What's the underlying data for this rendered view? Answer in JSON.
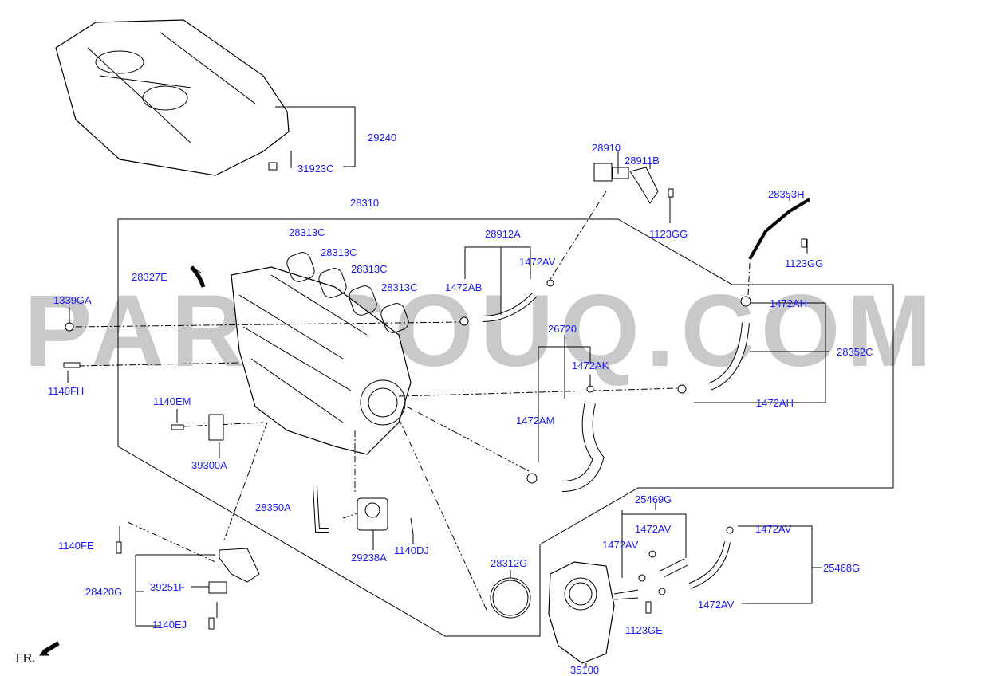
{
  "watermark": "PARTSOUQ.COM",
  "orientation_label": "FR.",
  "colors": {
    "label": "#1a1aff",
    "line": "#000000",
    "watermark": "#c9c9c9"
  },
  "labels": [
    {
      "id": "29240",
      "text": "29240"
    },
    {
      "id": "31923C",
      "text": "31923C"
    },
    {
      "id": "28310",
      "text": "28310"
    },
    {
      "id": "28910",
      "text": "28910"
    },
    {
      "id": "28911B",
      "text": "28911B"
    },
    {
      "id": "1123GG-a",
      "text": "1123GG"
    },
    {
      "id": "28353H",
      "text": "28353H"
    },
    {
      "id": "1123GG-b",
      "text": "1123GG"
    },
    {
      "id": "28313C-a",
      "text": "28313C"
    },
    {
      "id": "28313C-b",
      "text": "28313C"
    },
    {
      "id": "28313C-c",
      "text": "28313C"
    },
    {
      "id": "28313C-d",
      "text": "28313C"
    },
    {
      "id": "28912A",
      "text": "28912A"
    },
    {
      "id": "1472AV-a",
      "text": "1472AV"
    },
    {
      "id": "1472AB",
      "text": "1472AB"
    },
    {
      "id": "28327E",
      "text": "28327E"
    },
    {
      "id": "1339GA",
      "text": "1339GA"
    },
    {
      "id": "1472AH-a",
      "text": "1472AH"
    },
    {
      "id": "26720",
      "text": "26720"
    },
    {
      "id": "28352C",
      "text": "28352C"
    },
    {
      "id": "1472AK",
      "text": "1472AK"
    },
    {
      "id": "1140FH",
      "text": "1140FH"
    },
    {
      "id": "1472AH-b",
      "text": "1472AH"
    },
    {
      "id": "1140EM",
      "text": "1140EM"
    },
    {
      "id": "1472AM",
      "text": "1472AM"
    },
    {
      "id": "39300A",
      "text": "39300A"
    },
    {
      "id": "25469G",
      "text": "25469G"
    },
    {
      "id": "28350A",
      "text": "28350A"
    },
    {
      "id": "1472AV-b",
      "text": "1472AV"
    },
    {
      "id": "1472AV-c",
      "text": "1472AV"
    },
    {
      "id": "1140FE",
      "text": "1140FE"
    },
    {
      "id": "1472AV-d",
      "text": "1472AV"
    },
    {
      "id": "29238A",
      "text": "29238A"
    },
    {
      "id": "1140DJ",
      "text": "1140DJ"
    },
    {
      "id": "28312G",
      "text": "28312G"
    },
    {
      "id": "25468G",
      "text": "25468G"
    },
    {
      "id": "28420G",
      "text": "28420G"
    },
    {
      "id": "39251F",
      "text": "39251F"
    },
    {
      "id": "1472AV-e",
      "text": "1472AV"
    },
    {
      "id": "1123GE",
      "text": "1123GE"
    },
    {
      "id": "1140EJ",
      "text": "1140EJ"
    },
    {
      "id": "35100",
      "text": "35100"
    }
  ]
}
